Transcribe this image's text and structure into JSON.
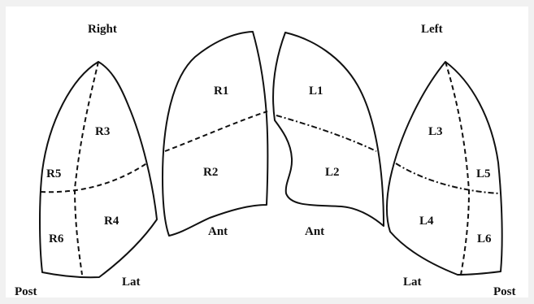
{
  "headers": {
    "right": "Right",
    "left": "Left"
  },
  "segments": {
    "r1": "R1",
    "r2": "R2",
    "r3": "R3",
    "r4": "R4",
    "r5": "R5",
    "r6": "R6",
    "l1": "L1",
    "l2": "L2",
    "l3": "L3",
    "l4": "L4",
    "l5": "L5",
    "l6": "L6"
  },
  "orientation": {
    "post_left": "Post",
    "lat_left": "Lat",
    "ant_right_lung": "Ant",
    "ant_left_lung": "Ant",
    "lat_right": "Lat",
    "post_right": "Post"
  }
}
